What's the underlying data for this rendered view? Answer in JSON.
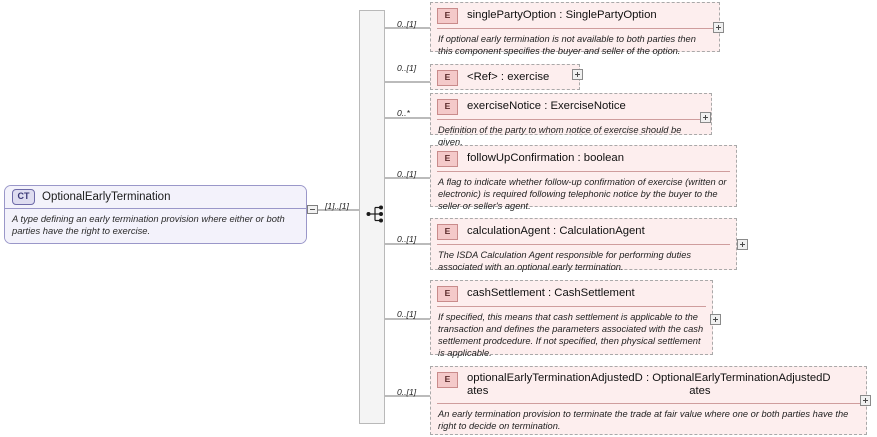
{
  "diagram": {
    "kind": "xsd-schema-element-tree",
    "root": {
      "badge": "CT",
      "name": "OptionalEarlyTermination",
      "documentation": "A type defining an early termination provision where either or both parties have the right to exercise.",
      "cardinality": "[1]..[1]"
    },
    "compositor": "sequence",
    "elements": [
      {
        "badge": "E",
        "cardinality": "0..[1]",
        "name": "singlePartyOption : SinglePartyOption",
        "documentation": "If optional early termination is not available to both parties then this component specifies the buyer and seller of the option.",
        "expandable": true
      },
      {
        "badge": "E",
        "cardinality": "0..[1]",
        "name": "<Ref>      : exercise",
        "documentation": "",
        "expandable": true
      },
      {
        "badge": "E",
        "cardinality": "0..*",
        "name": "exerciseNotice : ExerciseNotice",
        "documentation": "Definition of the party to whom notice of exercise should be given.",
        "expandable": true
      },
      {
        "badge": "E",
        "cardinality": "0..[1]",
        "name": "followUpConfirmation : boolean",
        "documentation": "A flag to indicate whether follow-up confirmation of exercise (written or electronic) is required following telephonic notice by the buyer to the seller or seller's agent.",
        "expandable": false
      },
      {
        "badge": "E",
        "cardinality": "0..[1]",
        "name": "calculationAgent : CalculationAgent",
        "documentation": "The ISDA Calculation Agent responsible for performing duties associated with an optional early termination.",
        "expandable": true
      },
      {
        "badge": "E",
        "cardinality": "0..[1]",
        "name": "cashSettlement : CashSettlement",
        "documentation": "If specified, this means that cash settlement is applicable to the transaction and defines the parameters associated with the cash settlement prodcedure. If not specified, then physical settlement is applicable.",
        "expandable": true
      },
      {
        "badge": "E",
        "cardinality": "0..[1]",
        "name": "optionalEarlyTerminationAdjustedD  :  OptionalEarlyTerminationAdjustedDates",
        "name_line1": "optionalEarlyTerminationAdjustedD  :  OptionalEarlyTerminationAdjustedD",
        "name_line2": "ates                                                                ates",
        "documentation": "An early termination provision to terminate the trade at fair value where one or both parties have the right to decide on termination.",
        "expandable": true
      }
    ]
  },
  "colors": {
    "element_fill": "#fdeeee",
    "element_border": "#a9a9a9",
    "element_badge_fill": "#f4c9c9",
    "type_fill": "#f3f2fb",
    "type_border": "#9a97c9",
    "compositor_bar": "#f4f4f4"
  }
}
